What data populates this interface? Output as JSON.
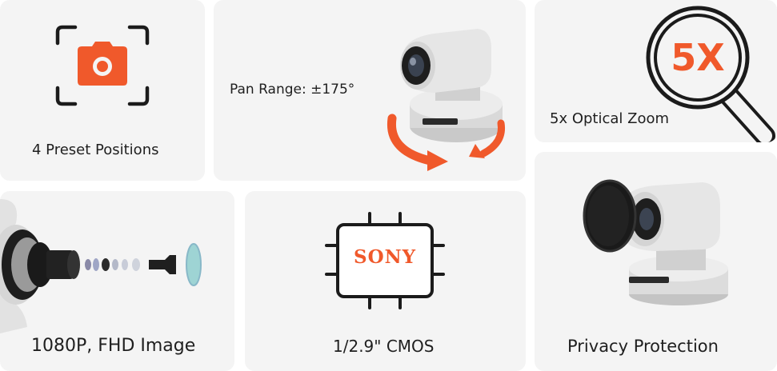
{
  "features": {
    "presets": {
      "label": "4 Preset Positions",
      "icon": "camera-focus-icon"
    },
    "pan": {
      "label": "Pan Range:  ±175°",
      "icon": "rotate-arrows-icon"
    },
    "zoom": {
      "label": "5x Optical Zoom",
      "badge": "5X",
      "icon": "magnifier-icon"
    },
    "image": {
      "label": "1080P, FHD Image",
      "icon": "lens-assembly-icon"
    },
    "sensor": {
      "label": "1/2.9\" CMOS",
      "brand": "SONY",
      "icon": "chip-icon"
    },
    "privacy": {
      "label": "Privacy Protection",
      "icon": "lens-cover-icon"
    }
  },
  "colors": {
    "accent": "#f0592b",
    "card": "#f4f4f4",
    "text": "#1f1f1f"
  }
}
